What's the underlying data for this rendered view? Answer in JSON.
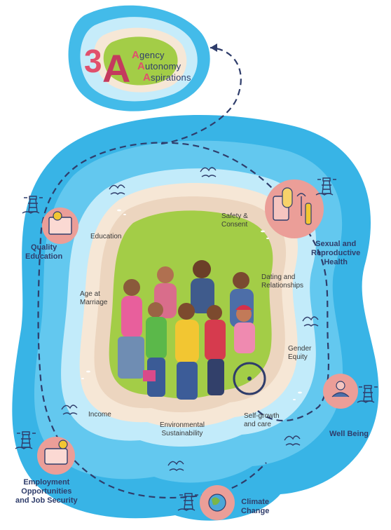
{
  "brand": {
    "number": "3",
    "letter": "A",
    "words": [
      {
        "initial": "A",
        "rest": "gency"
      },
      {
        "initial": "A",
        "rest": "utonomy"
      },
      {
        "initial": "A",
        "rest": "spirations"
      }
    ]
  },
  "inner_topics": {
    "education": "Education",
    "age_at_marriage": "Age at\nMarriage",
    "safety_consent": "Safety &\nConsent",
    "dating": "Dating and\nRelationships",
    "gender_equity": "Gender\nEquity",
    "self_growth": "Self-growth\nand care",
    "environmental": "Environmental\nSustainability",
    "income": "Income"
  },
  "goals": {
    "quality_education": "Quality\nEducation",
    "sexual_health": "Sexual and\nReproductive\nHealth",
    "well_being": "Well Being",
    "employment": "Employment\nOpportunities\nand Job Security",
    "climate_change": "Climate\nChange"
  },
  "colors": {
    "ocean": "#37b5e6",
    "shallow": "#bfe9f8",
    "sand": "#f6e7d6",
    "grass": "#a3cd47",
    "goal_circle": "#eb9e98",
    "brand_pink": "#e0506d",
    "navy": "#2f3d6b"
  }
}
